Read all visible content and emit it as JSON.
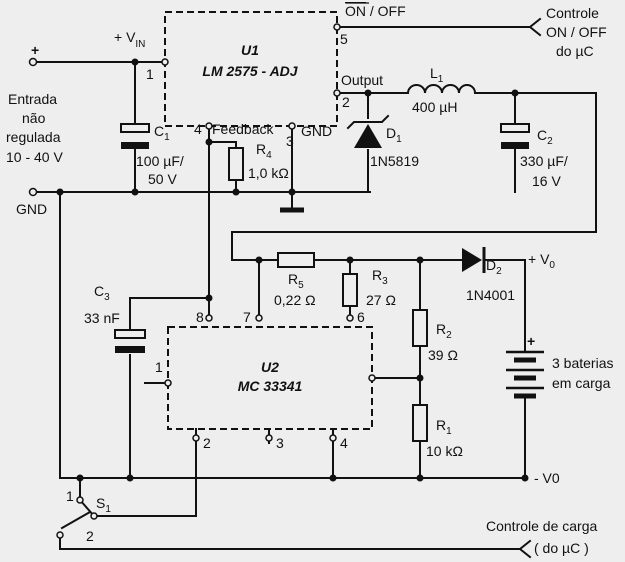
{
  "ic1": {
    "designator": "U1",
    "part": "LM 2575 - ADJ"
  },
  "ic2": {
    "designator": "U2",
    "part": "MC 33341"
  },
  "pins": {
    "u1_1": "1",
    "u1_2": "2",
    "u1_3": "3",
    "u1_4": "4",
    "u1_5": "5",
    "u2_1": "1",
    "u2_2": "2",
    "u2_3": "3",
    "u2_4": "4",
    "u2_6": "6",
    "u2_7": "7",
    "u2_8": "8",
    "s1_1": "1",
    "s1_2": "2"
  },
  "signals": {
    "vin": "+ V",
    "vin_sub": "IN",
    "on_off_on": "ON",
    "on_off_rest": " / OFF",
    "feedback": "Feedback",
    "gnd_pin": "GND",
    "output": "Output",
    "v0_plus": "+ V",
    "v0_sub": "0",
    "v0_minus": "- V0",
    "plus": "+"
  },
  "inputs": {
    "plus": "+",
    "entrada_lines": [
      "Entrada",
      "não",
      "regulada",
      "10 - 40 V"
    ],
    "gnd": "GND"
  },
  "control": {
    "onoff_lines": [
      "Controle",
      "ON / OFF",
      "do µC"
    ],
    "carga_line1": "Controle de carga",
    "carga_line2": "( do µC )"
  },
  "components": {
    "c1": {
      "ref": "C",
      "sub": "1",
      "value1": "100 µF/",
      "value2": "50 V"
    },
    "c2": {
      "ref": "C",
      "sub": "2",
      "value1": "330 µF/",
      "value2": "16 V"
    },
    "c3": {
      "ref": "C",
      "sub": "3",
      "value": "33 nF"
    },
    "l1": {
      "ref": "L",
      "sub": "1",
      "value": "400 µH"
    },
    "d1": {
      "ref": "D",
      "sub": "1",
      "part": "1N5819"
    },
    "d2": {
      "ref": "D",
      "sub": "2",
      "part": "1N4001"
    },
    "r1": {
      "ref": "R",
      "sub": "1",
      "value": "10 kΩ"
    },
    "r2": {
      "ref": "R",
      "sub": "2",
      "value": "39 Ω"
    },
    "r3": {
      "ref": "R",
      "sub": "3",
      "value": "27 Ω"
    },
    "r4": {
      "ref": "R",
      "sub": "4",
      "value": "1,0 kΩ"
    },
    "r5": {
      "ref": "R",
      "sub": "5",
      "value": "0,22 Ω"
    },
    "s1": {
      "ref": "S",
      "sub": "1"
    },
    "battery": {
      "line1": "3 baterias",
      "line2": "em carga"
    }
  }
}
